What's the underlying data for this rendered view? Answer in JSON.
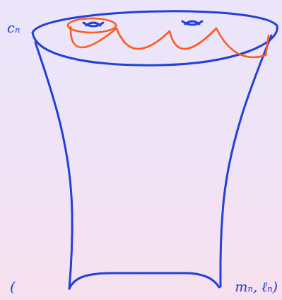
{
  "diagram": {
    "labels": [
      "cₙ",
      "(",
      "mₙ, ℓₙ)"
    ]
  }
}
